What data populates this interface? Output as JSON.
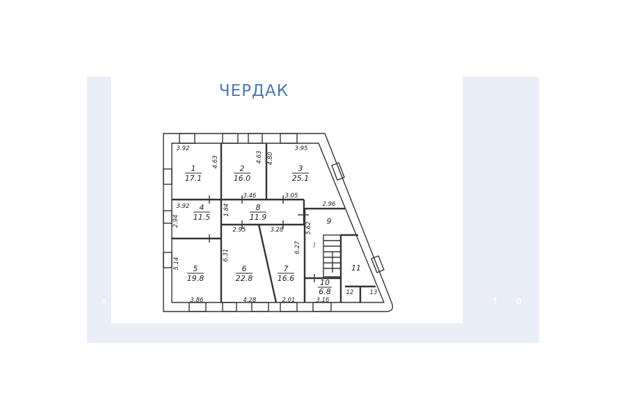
{
  "title": "ЧЕРДАК",
  "watermark": {
    "left": "x",
    "right1": "f",
    "right2": "o"
  },
  "rooms": [
    {
      "num": "1",
      "area": "17.1"
    },
    {
      "num": "2",
      "area": "16.0"
    },
    {
      "num": "3",
      "area": "25.1"
    },
    {
      "num": "4",
      "area": "11.5"
    },
    {
      "num": "5",
      "area": "19.8"
    },
    {
      "num": "6",
      "area": "22.8"
    },
    {
      "num": "7",
      "area": "16.6"
    },
    {
      "num": "8",
      "area": "11.9"
    },
    {
      "num": "9"
    },
    {
      "num": "10",
      "area": "6.8"
    },
    {
      "num": "11"
    },
    {
      "num": "12"
    },
    {
      "num": "13"
    }
  ],
  "stair_label": "I",
  "dims": [
    "3.92",
    "4.63",
    "4.63",
    "4.80",
    "3.95",
    "3.46",
    "3.05",
    "3.92",
    "2.96",
    "1.84",
    "2.94",
    "2.95",
    "3.28",
    "5.62",
    "6.27",
    "6.31",
    "5.14",
    "3.86",
    "4.28",
    "2.01",
    "3.16"
  ],
  "colors": {
    "title": "#4a78b8",
    "panel": "#e9eef6",
    "stair_mark": "#c0504d"
  }
}
